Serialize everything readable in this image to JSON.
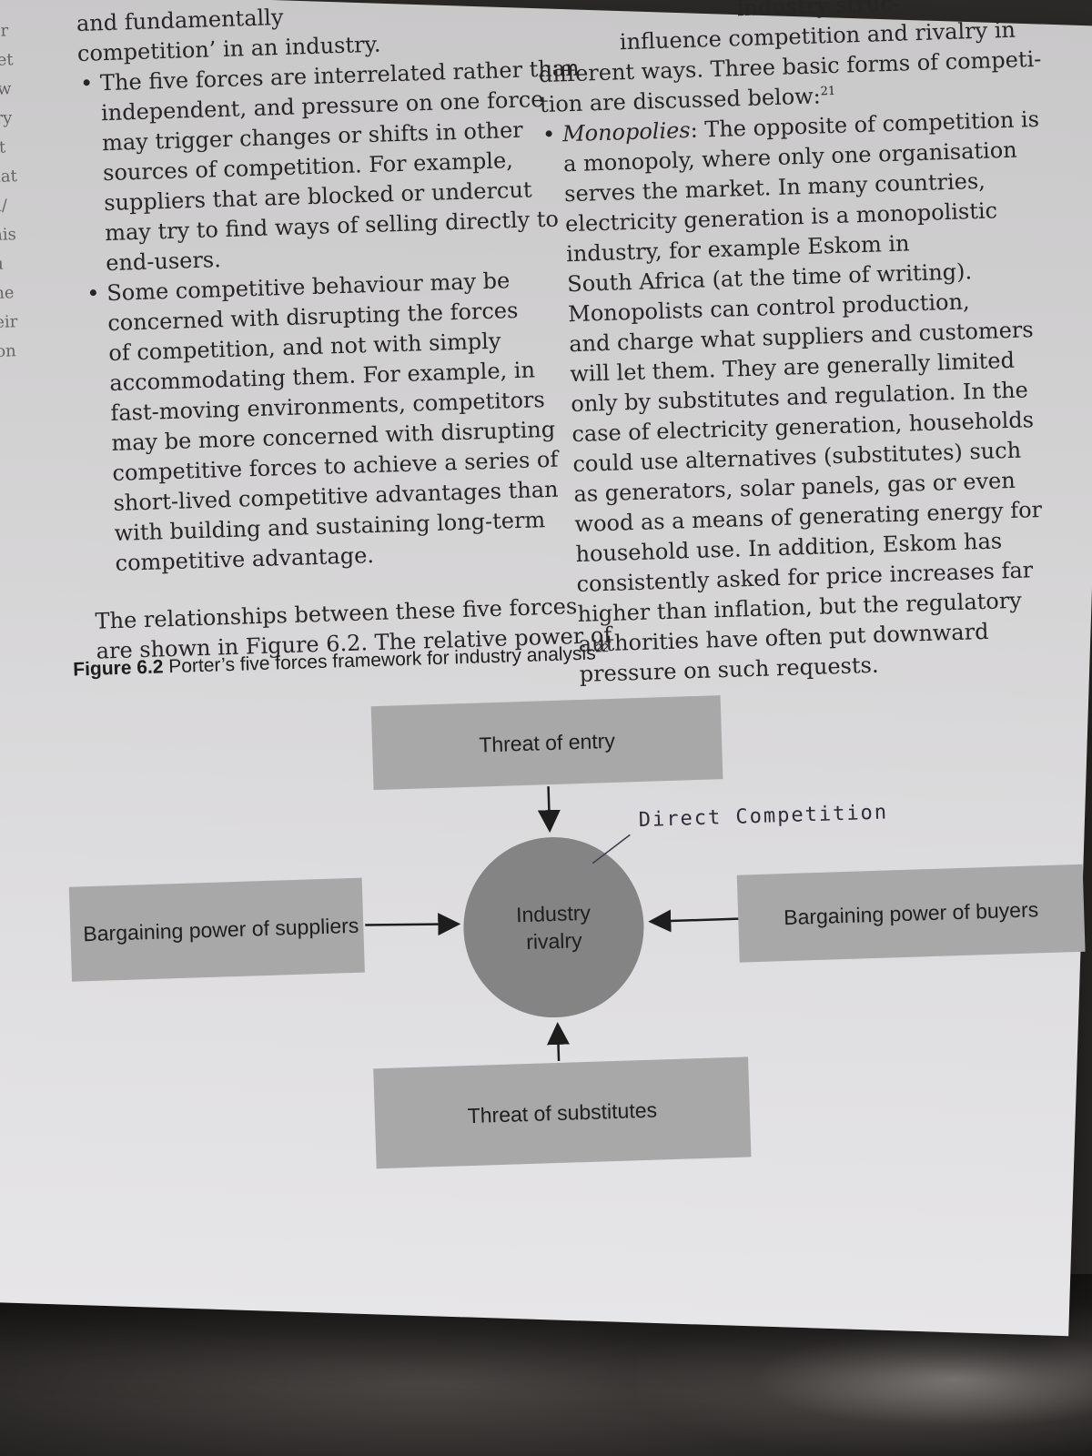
{
  "margin_fragments": [
    "ier",
    "pet",
    "ow",
    "try",
    "at",
    "hat",
    "d/",
    "his",
    "u",
    "he",
    "eir",
    "on"
  ],
  "left_column": {
    "lines": [
      {
        "text": "and fundamentally",
        "style": "plain"
      },
      {
        "text": "competition’ in an industry.",
        "style": "plain"
      },
      {
        "text": "The five forces are interrelated rather than",
        "style": "bullet"
      },
      {
        "text": "independent, and pressure on one force",
        "style": "indent"
      },
      {
        "text": "may trigger changes or shifts in other",
        "style": "indent"
      },
      {
        "text": "sources of competition. For example,",
        "style": "indent"
      },
      {
        "text": "suppliers that are blocked or undercut",
        "style": "indent"
      },
      {
        "text": "may try to find ways of selling directly to",
        "style": "indent"
      },
      {
        "text": "end-users.",
        "style": "indent"
      },
      {
        "text": "Some competitive behaviour may be",
        "style": "bullet"
      },
      {
        "text": "concerned with disrupting the forces",
        "style": "indent"
      },
      {
        "text": "of competition, and not with simply",
        "style": "indent"
      },
      {
        "text": "accommodating them. For example, in",
        "style": "indent"
      },
      {
        "text": "fast-moving environments, competitors",
        "style": "indent"
      },
      {
        "text": "may be more concerned with disrupting",
        "style": "indent"
      },
      {
        "text": "competitive forces to achieve a series of",
        "style": "indent"
      },
      {
        "text": "short-lived competitive advantages than",
        "style": "indent"
      },
      {
        "text": "with building and sustaining long-term",
        "style": "indent"
      },
      {
        "text": "competitive advantage.",
        "style": "indent"
      }
    ],
    "closing": [
      "The relationships between these five forces",
      "are shown in Figure 6.2. The relative power of"
    ]
  },
  "right_column": {
    "intro": [
      "industry struc-",
      "influence competition and rivalry in",
      "different ways. Three basic forms of competi-"
    ],
    "intro_last": "tion are discussed below:",
    "intro_footnote": "21",
    "bullet_term": "Monopolies",
    "bullet_first_rest": ": The opposite of competition is",
    "bullet_lines": [
      "a monopoly, where only one organisation",
      "serves the market. In many countries,",
      "electricity generation is a monopolistic",
      "industry, for example Eskom in",
      "South Africa (at the time of writing).",
      "Monopolists can control production,",
      "and charge what suppliers and customers",
      "will let them. They are generally limited",
      "only by substitutes and regulation. In the",
      "case of electricity generation, households",
      "could use alternatives (substitutes) such",
      "as generators, solar panels, gas or even",
      "wood as a means of generating energy for",
      "household use. In addition, Eskom has",
      "consistently asked for price increases far",
      "higher than inflation, but the regulatory",
      "authorities have often put downward",
      "pressure on such requests."
    ]
  },
  "figure": {
    "number": "Figure 6.2",
    "title": "Porter’s five forces framework for industry analysis",
    "footnote": "22",
    "boxes": {
      "entry": "Threat of entry",
      "substitutes": "Threat of substitutes",
      "suppliers": "Bargaining power of suppliers",
      "buyers": "Bargaining power of buyers"
    },
    "center": [
      "Industry",
      "rivalry"
    ],
    "handwritten_note": "Direct Competition"
  },
  "colors": {
    "box_fill": "#a9a8a9",
    "circle_fill": "#858485",
    "ink": "#262424"
  }
}
